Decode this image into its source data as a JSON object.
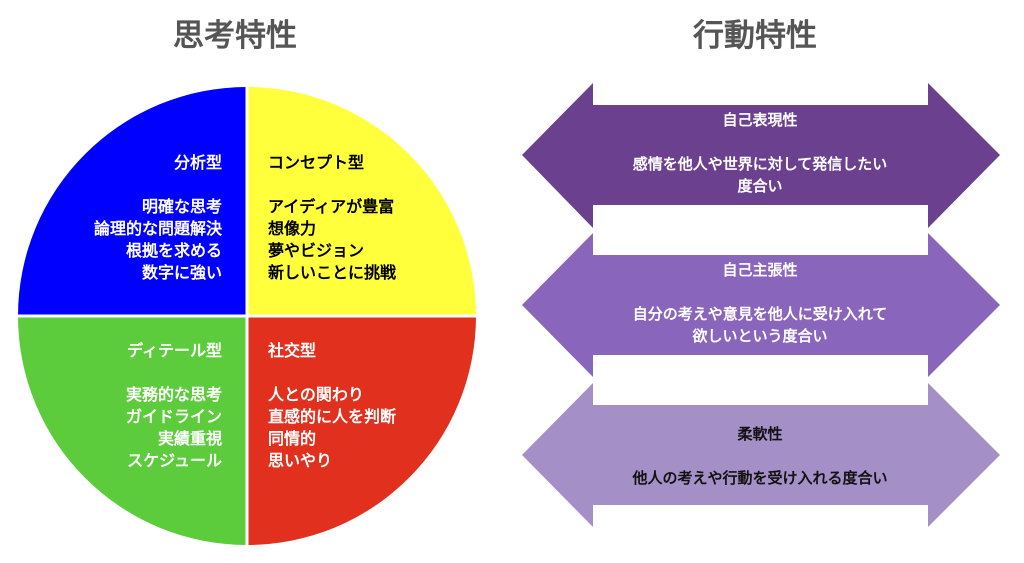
{
  "titles": {
    "thinking": "思考特性",
    "behavior": "行動特性"
  },
  "quadrants": {
    "analytical": {
      "name": "分析型",
      "lines": [
        "明確な思考",
        "論理的な問題解決",
        "根拠を求める",
        "数字に強い"
      ],
      "color": "#0000ff"
    },
    "conceptual": {
      "name": "コンセプト型",
      "lines": [
        "アイディアが豊富",
        "想像力",
        "夢やビジョン",
        "新しいことに挑戦"
      ],
      "color": "#ffff3c"
    },
    "detail": {
      "name": "ディテール型",
      "lines": [
        "実務的な思考",
        "ガイドライン",
        "実績重視",
        "スケジュール"
      ],
      "color": "#5dcc3c"
    },
    "social": {
      "name": "社交型",
      "lines": [
        "人との関わり",
        "直感的に人を判断",
        "同情的",
        "思いやり"
      ],
      "color": "#e2301e"
    }
  },
  "arrows": [
    {
      "name": "自己表現性",
      "lines": [
        "感情を他人や世界に対して発信したい",
        "度合い"
      ],
      "color": "#6b418f"
    },
    {
      "name": "自己主張性",
      "lines": [
        "自分の考えや意見を他人に受け入れて",
        "欲しいという度合い"
      ],
      "color": "#8a65bc"
    },
    {
      "name": "柔軟性",
      "lines": [
        "他人の考えや行動を受け入れる度合い"
      ],
      "color": "#a48fc6"
    }
  ]
}
